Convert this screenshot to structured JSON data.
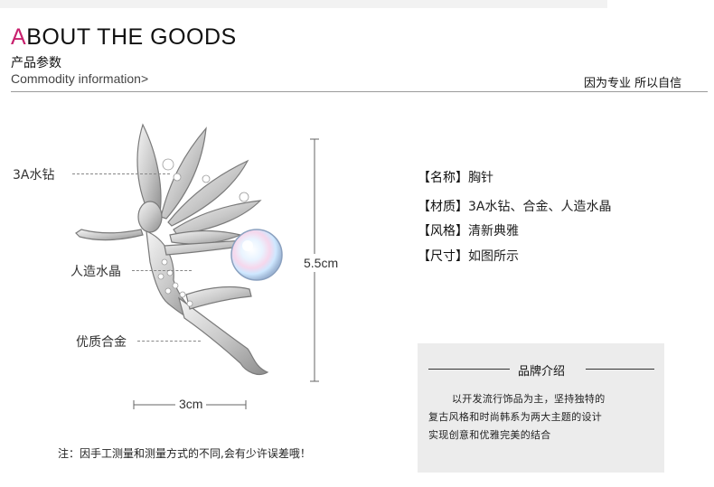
{
  "header": {
    "title_first": "A",
    "title_rest": "BOUT THE GOODS",
    "cn_title": "产品参数",
    "en_sub": "Commodity information>",
    "slogan": "因为专业  所以自信"
  },
  "callouts": {
    "rhinestone": "3A水钻",
    "crystal": "人造水晶",
    "alloy": "优质合金"
  },
  "dimensions": {
    "height": "5.5cm",
    "width": "3cm"
  },
  "specs": [
    {
      "key": "【名称】",
      "value": "胸针"
    },
    {
      "key": "【材质】",
      "value": "3A水钻、合金、人造水晶"
    },
    {
      "key": "【风格】",
      "value": "清新典雅"
    },
    {
      "key": "【尺寸】",
      "value": "如图所示"
    }
  ],
  "brand": {
    "title": "品牌介绍",
    "line1": "以开发流行饰品为主，坚持独特的",
    "line2": "复古风格和时尚韩系为两大主题的设计",
    "line3": "实现创意和优雅完美的结合"
  },
  "note": "注：因手工测量和测量方式的不同,会有少许误差哦！",
  "colors": {
    "accent": "#c8216e",
    "box_bg": "#ececec"
  }
}
